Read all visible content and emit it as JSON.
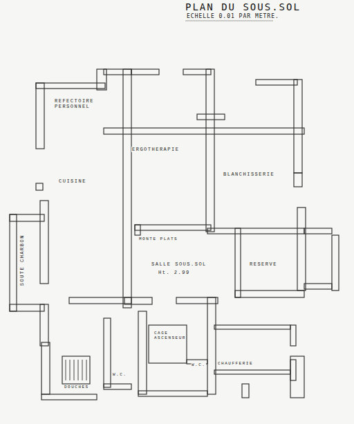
{
  "diagram": {
    "title": "PLAN DU SOUS.SOL",
    "caption": "ECHELLE 0.01 PAR METRE.",
    "labels": [
      "REFECTOIRE PERSONNEL",
      "ERGOTHERAPIE",
      "BLANCHISSERIE",
      "CUISINE",
      "MONTE PLATS",
      "SALLE SOUS.SOL",
      "Ht. 2.99",
      "RESERVE",
      "SOUTE CHARBON",
      "CAGE ASCENSEUR",
      "DOUCHES",
      "W.C.",
      "W.C.",
      "CHAUFFERIE"
    ]
  }
}
